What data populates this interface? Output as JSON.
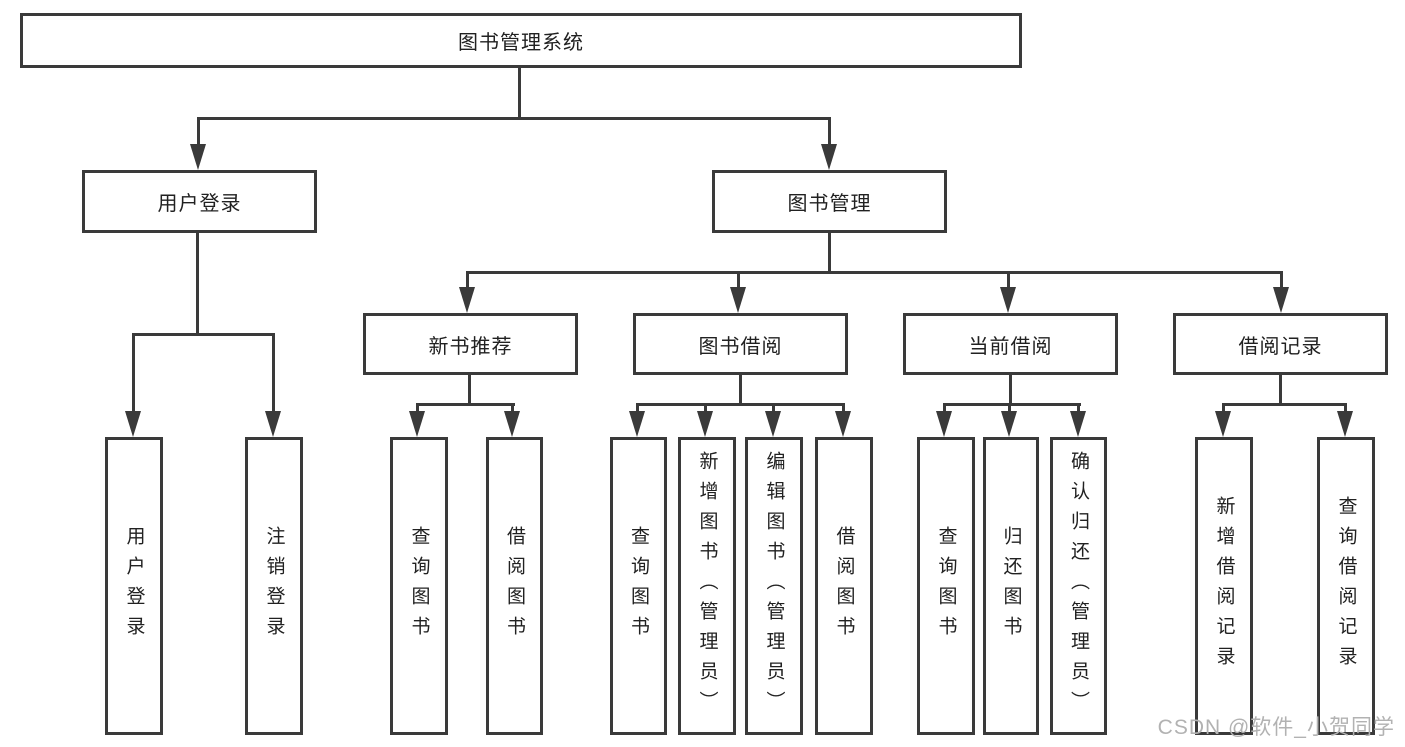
{
  "diagram": {
    "type": "hierarchy-tree",
    "root": "图书管理系统",
    "branches": [
      {
        "label": "用户登录",
        "leaves": [
          "用户登录",
          "注销登录"
        ]
      },
      {
        "label": "图书管理",
        "groups": [
          {
            "label": "新书推荐",
            "leaves": [
              "查询图书",
              "借阅图书"
            ]
          },
          {
            "label": "图书借阅",
            "leaves": [
              "查询图书",
              "新增图书（管理员）",
              "编辑图书（管理员）",
              "借阅图书"
            ]
          },
          {
            "label": "当前借阅",
            "leaves": [
              "查询图书",
              "归还图书",
              "确认归还（管理员）"
            ]
          },
          {
            "label": "借阅记录",
            "leaves": [
              "新增借阅记录",
              "查询借阅记录"
            ]
          }
        ]
      }
    ]
  },
  "watermark": "CSDN @软件_小贺同学",
  "colors": {
    "background": "#ffffff",
    "line": "#3a3a3a",
    "box_border": "#3a3a3a",
    "box_fill": "#ffffff",
    "text": "#212121",
    "watermark": "#b2b2b2"
  }
}
